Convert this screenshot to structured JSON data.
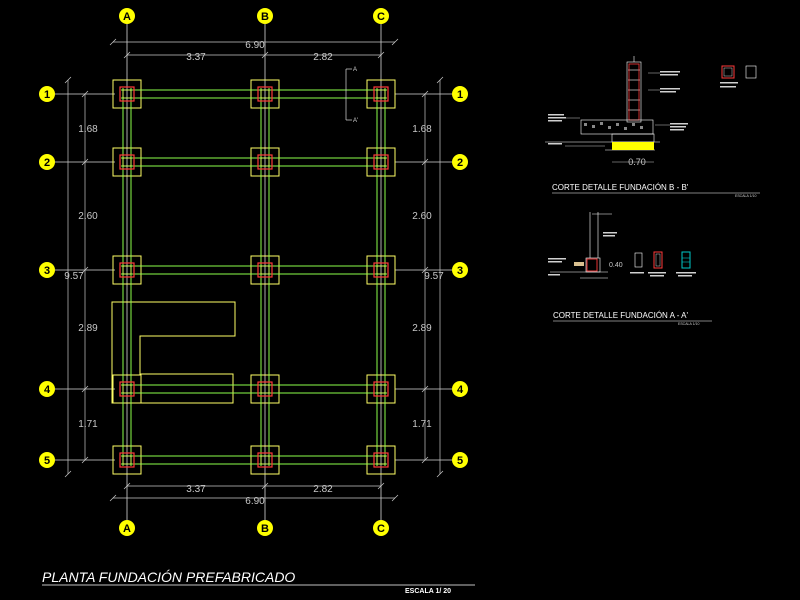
{
  "plan": {
    "title": "PLANTA FUNDACIÓN PREFABRICADO",
    "scale": "ESCALA 1/ 20",
    "columns": [
      "A",
      "B",
      "C"
    ],
    "rows": [
      "1",
      "2",
      "3",
      "4",
      "5"
    ],
    "dims_top": {
      "total": "6.90",
      "left": "3.37",
      "right": "2.82"
    },
    "dims_bottom": {
      "total": "6.90",
      "left": "3.37",
      "right": "2.82"
    },
    "dims_left": {
      "total": "9.57",
      "segments": [
        "1.68",
        "2.60",
        "2.89",
        "1.71"
      ]
    },
    "dims_right": {
      "total": "9.57",
      "segments": [
        "1.68",
        "2.60",
        "2.89",
        "1.71"
      ]
    },
    "section_marks": {
      "top": "A",
      "bottom": "A'"
    }
  },
  "detail_b": {
    "title": "CORTE DETALLE FUNDACIÓN B - B'",
    "scale": "ESCALA 1/10",
    "width_dim": "0.70"
  },
  "detail_a": {
    "title": "CORTE DETALLE FUNDACIÓN  A - A'",
    "scale": "ESCALA 1/10",
    "dim": "0.40"
  },
  "colors": {
    "background": "#000000",
    "beam": "#8cff4a",
    "footing": "#ffff66",
    "column": "#ff3a3a",
    "dimension": "#c8c8c8",
    "bubble": "#ffff00",
    "accent": "#00c8c8"
  }
}
